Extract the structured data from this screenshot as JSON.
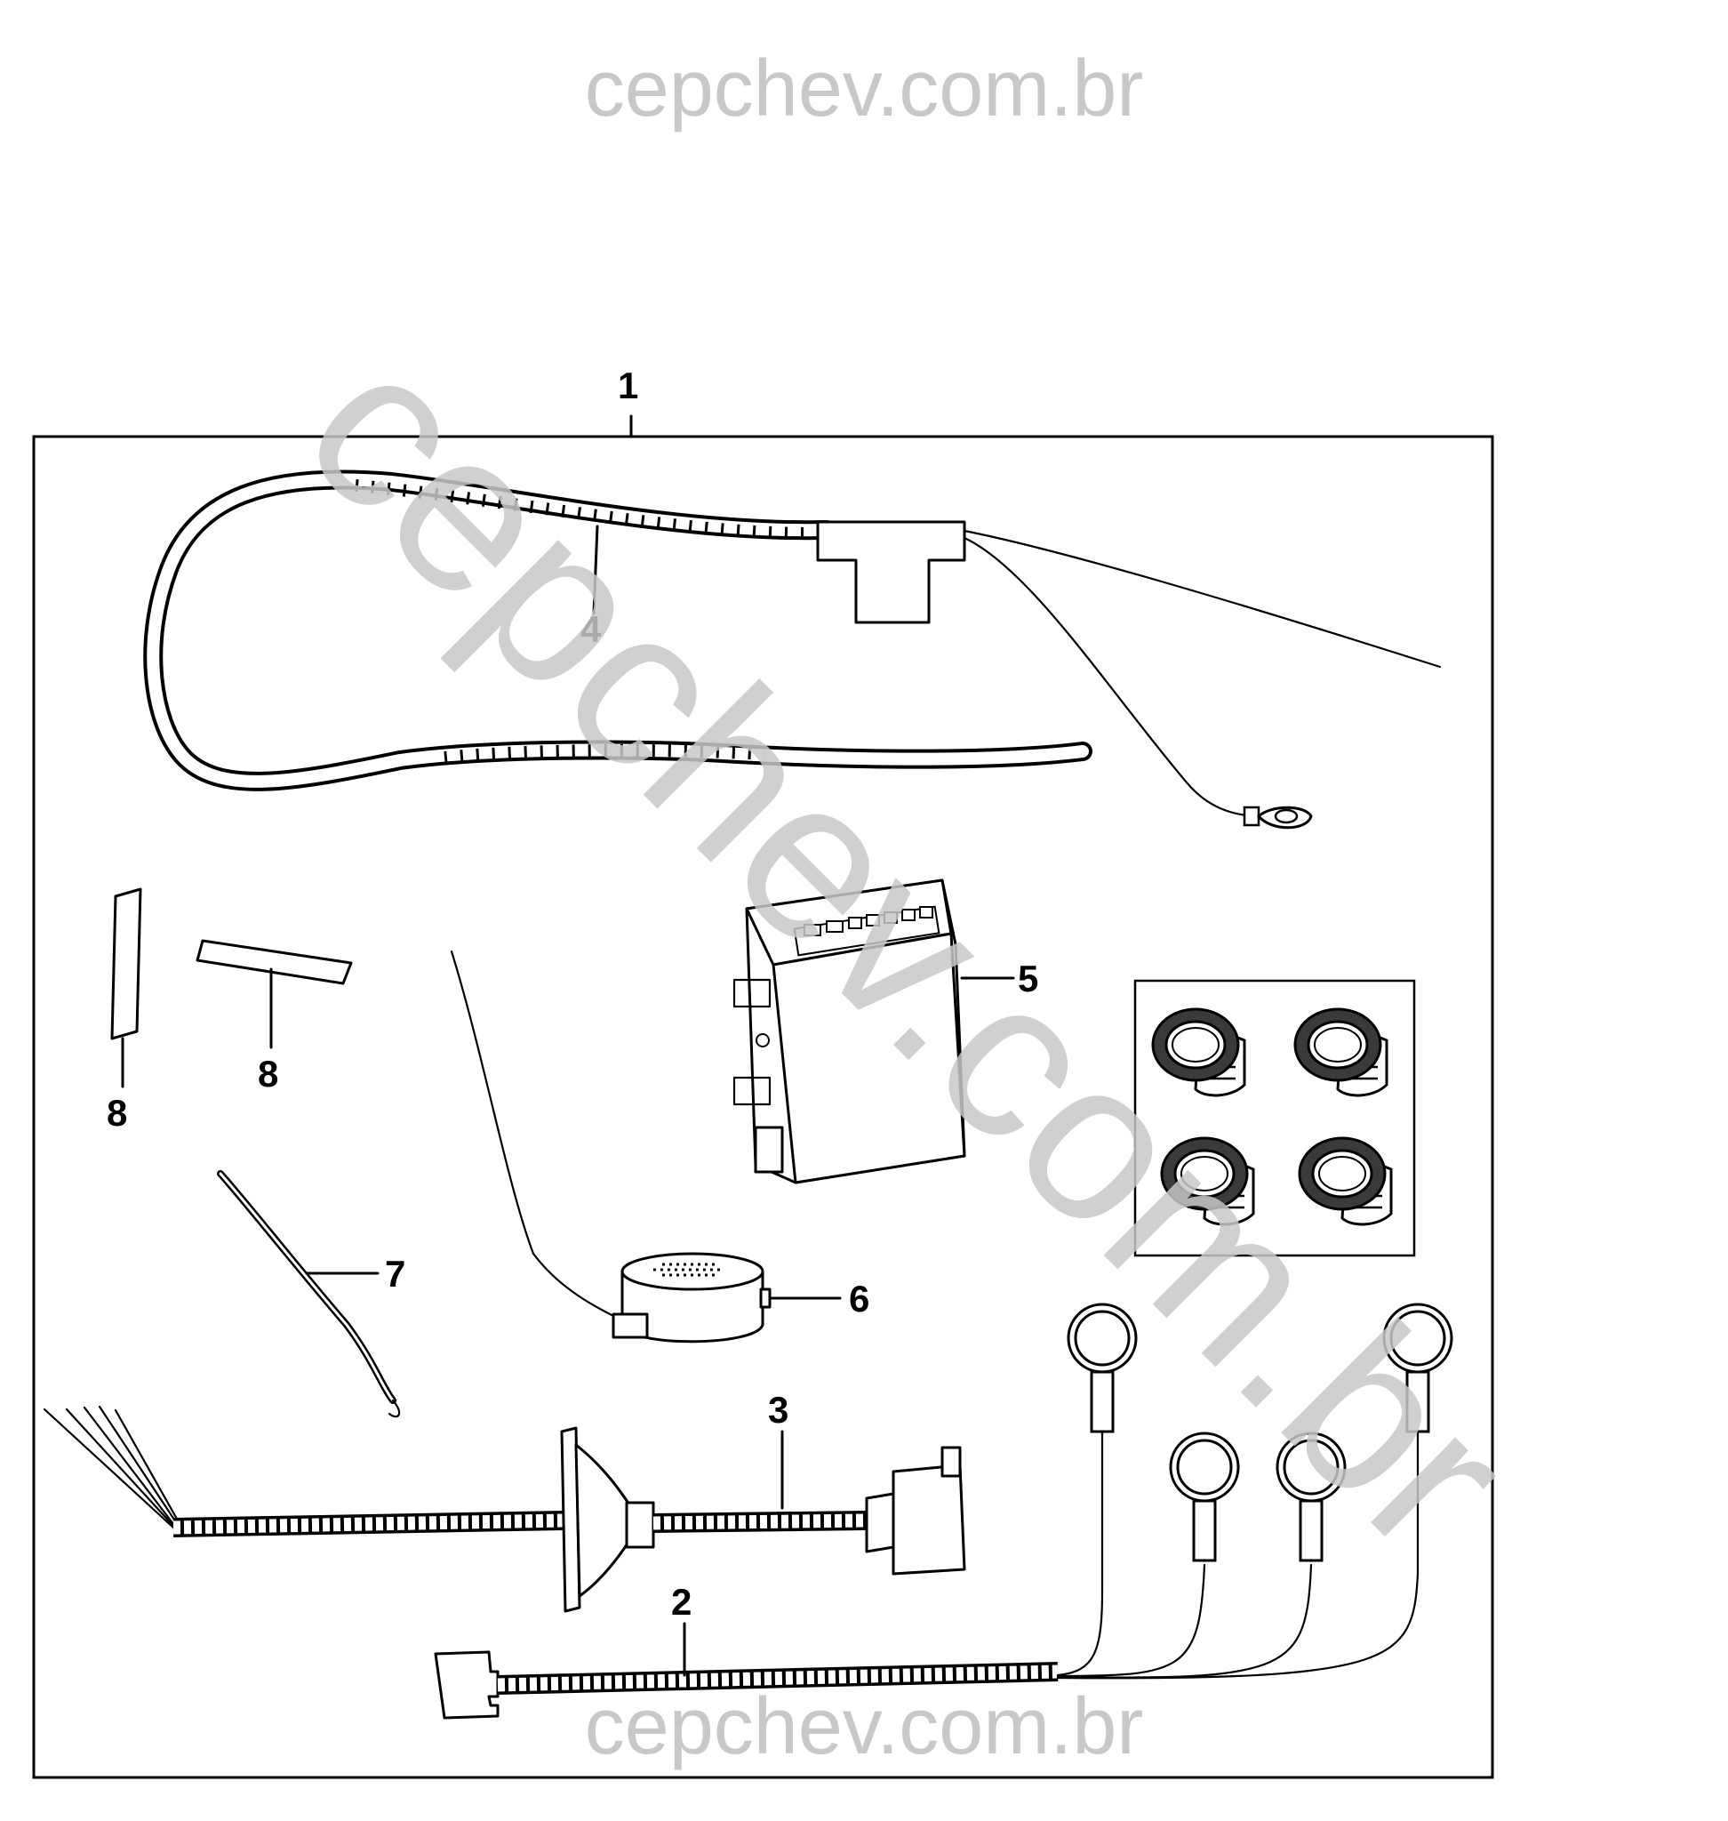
{
  "watermark": {
    "top": "cepchev.com.br",
    "diagonal": "cepchev.com.br",
    "bottom": "cepchev.com.br"
  },
  "callouts": {
    "kit": "1",
    "sensor_harness": "2",
    "bumper_harness": "3",
    "main_harness": "4",
    "control_module": "5",
    "buzzer": "6",
    "clip": "7",
    "pad_a": "8",
    "pad_b": "8"
  },
  "sensor_count": 4
}
